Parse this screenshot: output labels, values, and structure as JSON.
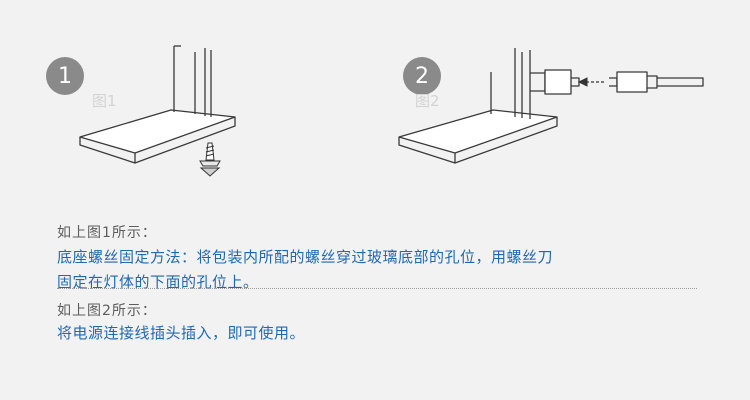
{
  "figures": [
    {
      "step": "1",
      "ghost_label": "图1"
    },
    {
      "step": "2",
      "ghost_label": "图2"
    }
  ],
  "section1": {
    "caption": "如上图1所示：",
    "line1": "底座螺丝固定方法：将包装内所配的螺丝穿过玻璃底部的孔位，用螺丝刀",
    "line2": "固定在灯体的下面的孔位上。"
  },
  "section2": {
    "caption": "如上图2所示：",
    "line1": "将电源连接线插头插入，即可使用。"
  },
  "colors": {
    "text_blue": "#1f68b8",
    "text_gray": "#5d5d5d",
    "badge": "#8a8a8a"
  }
}
